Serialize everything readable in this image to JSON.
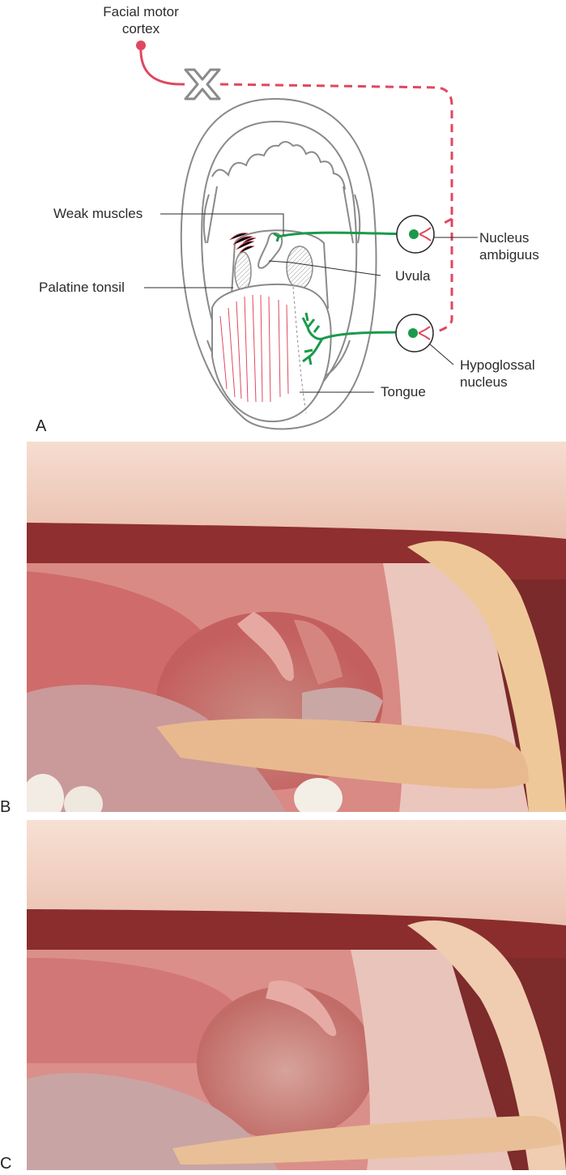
{
  "panel_a": {
    "letter": "A",
    "labels": {
      "facial_motor_cortex_line1": "Facial motor",
      "facial_motor_cortex_line2": "cortex",
      "lesion_mark": "X",
      "weak_muscles": "Weak muscles",
      "palatine_tonsil": "Palatine tonsil",
      "uvula": "Uvula",
      "tongue": "Tongue",
      "nucleus_ambiguus_line1": "Nucleus",
      "nucleus_ambiguus_line2": "ambiguus",
      "hypoglossal_nucleus_line1": "Hypoglossal",
      "hypoglossal_nucleus_line2": "nucleus"
    },
    "colors": {
      "upper_motor_pathway": "#e0485f",
      "lower_motor_neuron": "#1a9a4a",
      "drawing_outline": "#8a8a8a"
    }
  },
  "panel_b": {
    "letter": "B"
  },
  "panel_c": {
    "letter": "C"
  }
}
